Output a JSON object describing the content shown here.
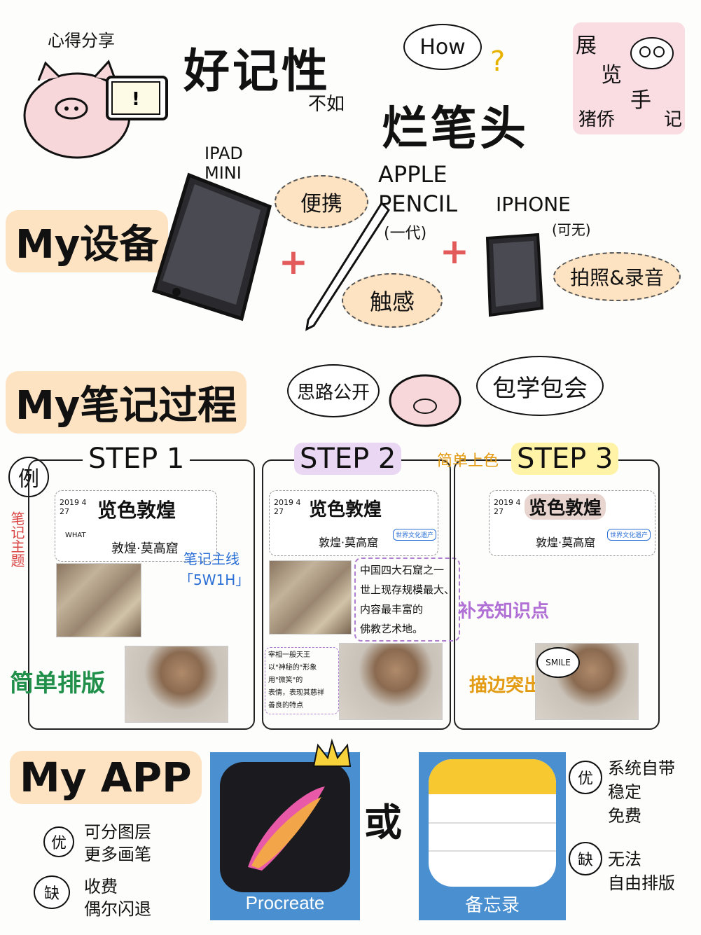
{
  "header": {
    "share_label": "心得分享",
    "title_main": "好记性",
    "title_mid": "不如",
    "title_end": "烂笔头",
    "how": "How",
    "author_lines": [
      "展",
      "览",
      "手",
      "猪侨",
      "记"
    ]
  },
  "devices": {
    "section_title": "My设备",
    "ipad_label": "IPAD\nMINI",
    "ipad_note": "便携",
    "pencil_label": "APPLE\nPENCIL",
    "pencil_sub": "(一代)",
    "pencil_note": "触感",
    "iphone_label": "IPHONE",
    "iphone_sub": "(可无)",
    "iphone_note": "拍照&录音"
  },
  "process": {
    "section_title": "My笔记过程",
    "bubble_left": "思路公开",
    "bubble_right": "包学包会",
    "example": "例",
    "steps": [
      {
        "label": "STEP 1"
      },
      {
        "label": "STEP 2"
      },
      {
        "label": "STEP 3"
      }
    ],
    "card_title": "览色敦煌",
    "card_date": "2019 4 27",
    "card_subtitle": "敦煌·莫高窟",
    "card_what": "WHAT",
    "card_heritage": "世界文化遗产",
    "step1_side_label": "笔记主题",
    "step1_main_line": "笔记主线",
    "step1_5w1h": "「5W1H」",
    "step1_layout": "简单排版",
    "step2_text": "中国四大石窟之一\n世上现存规模最大、\n内容最丰富的\n佛教艺术地。",
    "step2_note": "补充知识点",
    "step2_bottom_text": "宰相一般天王\n以\"神秘的\"形象\n用\"微笑\"的\n表情，表现其慈祥\n善良的特点",
    "step3_color": "简单上色",
    "step3_outline": "描边突出",
    "step3_smile": "SMILE"
  },
  "apps": {
    "section_title": "My APP",
    "pro_label": "优",
    "pro_text": "可分图层\n更多画笔",
    "con_label": "缺",
    "con_text": "收费\n偶尔闪退",
    "app1_name": "Procreate",
    "or": "或",
    "app2_name": "备忘录",
    "app2_pro_label": "优",
    "app2_pro_text": "系统自带\n稳定\n免费",
    "app2_con_label": "缺",
    "app2_con_text": "无法\n自由排版"
  },
  "colors": {
    "highlight_orange": "#fde3c2",
    "highlight_yellow": "#fff3a8",
    "highlight_purple": "#ead7f3",
    "plus_red": "#e25a5a",
    "procreate_bg": "#1b1b1f",
    "notes_yellow": "#f7c82f"
  }
}
